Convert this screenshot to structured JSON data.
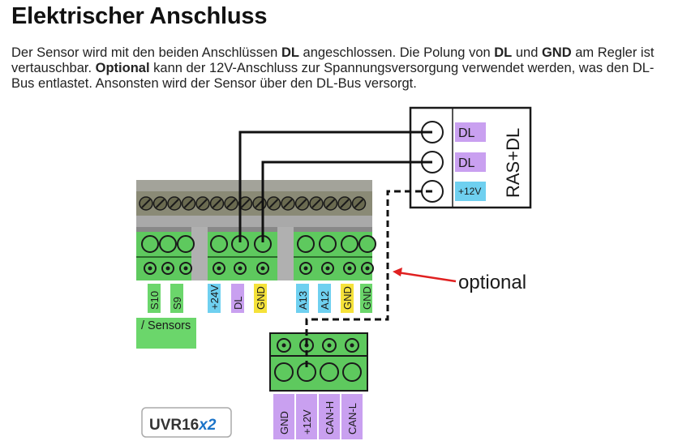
{
  "heading": "Elektrischer Anschluss",
  "paragraph": [
    {
      "text": "Der Sensor wird mit den beiden Anschlüssen ",
      "bold": false
    },
    {
      "text": "DL",
      "bold": true
    },
    {
      "text": " angeschlossen. Die Polung von ",
      "bold": false
    },
    {
      "text": "DL",
      "bold": true
    },
    {
      "text": " und ",
      "bold": false
    },
    {
      "text": "GND",
      "bold": true
    },
    {
      "text": " am Regler ist vertauschbar. ",
      "bold": false
    },
    {
      "text": "Optional",
      "bold": true
    },
    {
      "text": " kann der 12V-Anschluss zur Spannungsversorgung verwendet werden, was den DL-Bus entlastet. Ansonsten wird der Sensor über den DL-Bus versorgt.",
      "bold": false
    }
  ],
  "sensor": {
    "title": "RAS+DL",
    "terminals": [
      {
        "label": "DL",
        "color": "#c9a0f0"
      },
      {
        "label": "DL",
        "color": "#c9a0f0"
      },
      {
        "label": "+12V",
        "color": "#6fd0f0"
      }
    ]
  },
  "controller": {
    "brand_main": "UVR16",
    "brand_suffix": "x2",
    "group_label": "/ Sensors",
    "pins": [
      {
        "label": "S10",
        "color": "#6bd66b"
      },
      {
        "label": "S9",
        "color": "#6bd66b"
      },
      {
        "label": "+24V",
        "color": "#6fd0f0"
      },
      {
        "label": "DL",
        "color": "#c9a0f0"
      },
      {
        "label": "GND",
        "color": "#f5e23a"
      },
      {
        "label": "A13",
        "color": "#6fd0f0"
      },
      {
        "label": "A12",
        "color": "#6fd0f0"
      },
      {
        "label": "GND",
        "color": "#f5e23a"
      },
      {
        "label": "GND",
        "color": "#6bd66b"
      }
    ]
  },
  "can_block": {
    "pins": [
      {
        "label": "GND",
        "color": "#c9a0f0"
      },
      {
        "label": "+12V",
        "color": "#c9a0f0"
      },
      {
        "label": "CAN-H",
        "color": "#c9a0f0"
      },
      {
        "label": "CAN-L",
        "color": "#c9a0f0"
      }
    ]
  },
  "annotation": {
    "text": "optional",
    "color": "#e02020"
  }
}
